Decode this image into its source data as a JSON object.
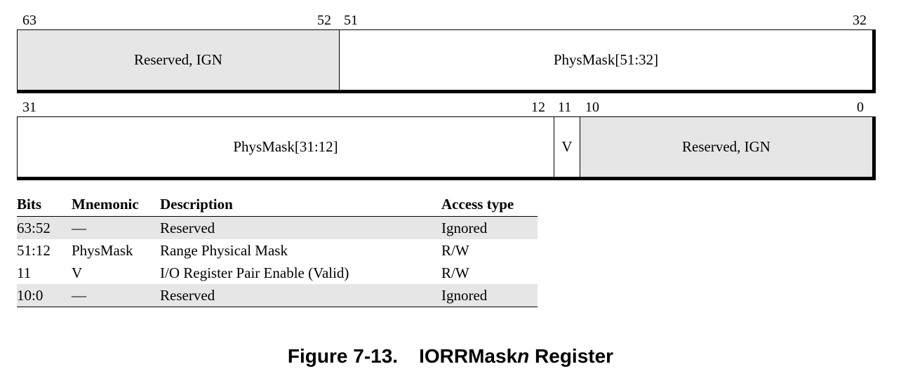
{
  "register": {
    "upper": {
      "bits": {
        "b63": "63",
        "b52": "52",
        "b51": "51",
        "b32": "32"
      },
      "fields": [
        {
          "label": "Reserved, IGN",
          "shaded": true
        },
        {
          "label": "PhysMask[51:32]",
          "shaded": false
        }
      ]
    },
    "lower": {
      "bits": {
        "b31": "31",
        "b12": "12",
        "b11": "11",
        "b10": "10",
        "b0": "0"
      },
      "fields": [
        {
          "label": "PhysMask[31:12]",
          "shaded": false
        },
        {
          "label": "V",
          "shaded": false
        },
        {
          "label": "Reserved, IGN",
          "shaded": true
        }
      ]
    }
  },
  "table": {
    "headers": [
      "Bits",
      "Mnemonic",
      "Description",
      "Access type"
    ],
    "rows": [
      {
        "bits": "63:52",
        "mnemonic": "—",
        "description": "Reserved",
        "access": "Ignored",
        "shaded": true
      },
      {
        "bits": "51:12",
        "mnemonic": "PhysMask",
        "description": "Range Physical Mask",
        "access": "R/W",
        "shaded": false
      },
      {
        "bits": "11",
        "mnemonic": "V",
        "description": "I/O Register Pair Enable (Valid)",
        "access": "R/W",
        "shaded": false
      },
      {
        "bits": "10:0",
        "mnemonic": "—",
        "description": "Reserved",
        "access": "Ignored",
        "shaded": true
      }
    ]
  },
  "caption": {
    "number": "Figure 7-13.",
    "title_prefix": "IORRMask",
    "title_italic": "n",
    "title_suffix": " Register"
  }
}
